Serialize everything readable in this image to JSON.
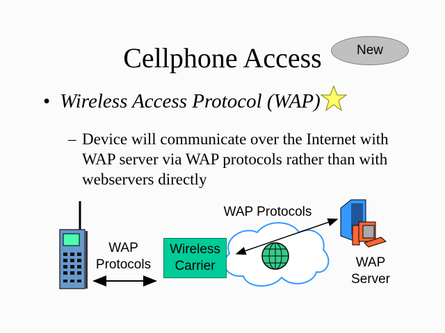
{
  "slide": {
    "title": "Cellphone Access",
    "badge": "New",
    "bullet": "Wireless Access Protocol (WAP)",
    "bullet_marker": "•",
    "sub_marker": "–",
    "sub_text": "Device will communicate over the Internet with WAP server via WAP protocols rather than with webservers directly"
  },
  "diagram": {
    "left_protocols_line1": "WAP",
    "left_protocols_line2": "Protocols",
    "carrier_line1": "Wireless",
    "carrier_line2": "Carrier",
    "top_protocols": "WAP Protocols",
    "server_line1": "WAP",
    "server_line2": "Server"
  },
  "colors": {
    "carrier": "#00cc99",
    "star": "#ffff66",
    "cloud": "#3399ff"
  }
}
